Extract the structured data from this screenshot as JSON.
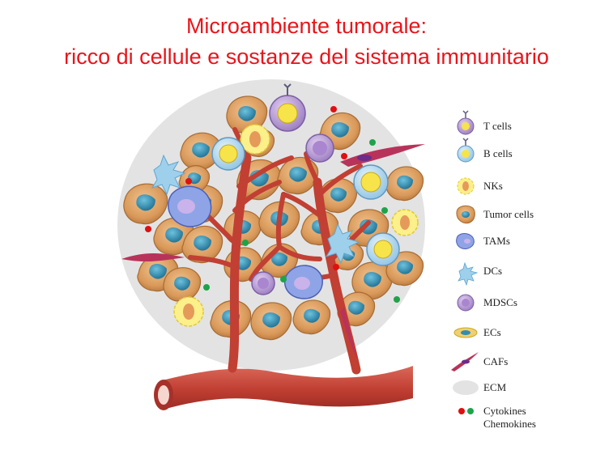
{
  "title": {
    "line1": "Microambiente tumorale:",
    "line2": "ricco di cellule e sostanze del sistema immunitario"
  },
  "legend": [
    {
      "icon": "t-cell-icon",
      "label": "T cells"
    },
    {
      "icon": "b-cell-icon",
      "label": "B cells"
    },
    {
      "icon": "nk-cell-icon",
      "label": "NKs"
    },
    {
      "icon": "tumor-cell-icon",
      "label": "Tumor cells"
    },
    {
      "icon": "tam-icon",
      "label": "TAMs"
    },
    {
      "icon": "dc-icon",
      "label": "DCs"
    },
    {
      "icon": "mdsc-icon",
      "label": "MDSCs"
    },
    {
      "icon": "ec-icon",
      "label": "ECs"
    },
    {
      "icon": "caf-icon",
      "label": "CAFs"
    },
    {
      "icon": "ecm-icon",
      "label": "ECM"
    },
    {
      "icon": "cytokine-dots-icon",
      "label": "Cytokines"
    },
    {
      "icon": "",
      "label": "Chemokines"
    }
  ],
  "colors": {
    "title": "#e8151b",
    "ecm": "#e3e3e3",
    "tumor_cytoplasm": "#d49a5e",
    "tumor_nucleus": "#2e8fb0",
    "vessel": "#c8473a",
    "cytokine_red": "#e01010",
    "chemokine_green": "#1ea34a"
  }
}
